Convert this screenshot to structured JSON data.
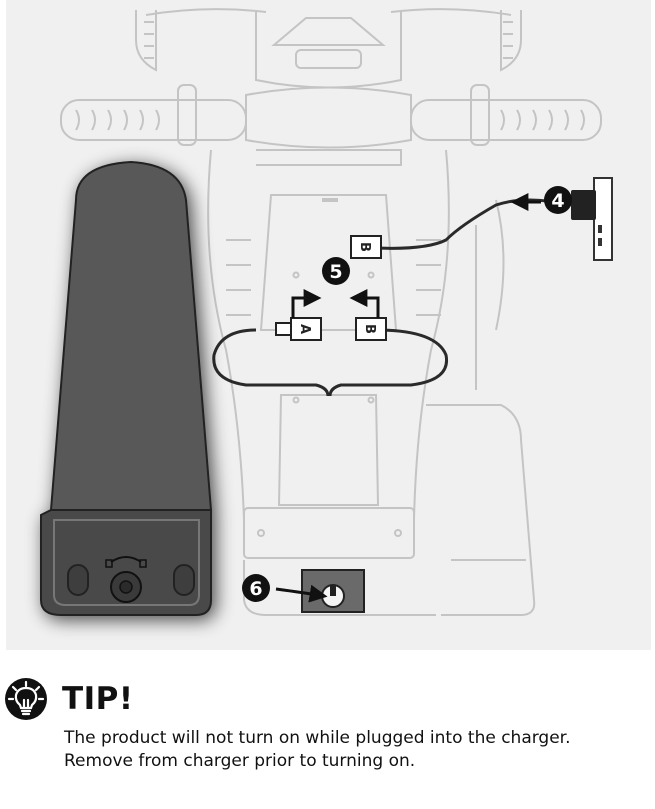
{
  "callouts": {
    "step4": "4",
    "step5": "5",
    "step6": "6"
  },
  "connectors": {
    "plug_b_top": "B",
    "plug_a": "A",
    "plug_b_bottom": "B"
  },
  "tip": {
    "heading": "TIP!",
    "lines": [
      "The product will not turn on while plugged into the charger.",
      "Remove from charger prior to turning on."
    ]
  },
  "colors": {
    "panel_background": "#f0f0f0",
    "outline": "#c4c4c4",
    "seat_fill": "#555555",
    "callout_fill": "#111111",
    "text": "#111111"
  },
  "icons": {
    "tip": "lightbulb-icon"
  }
}
